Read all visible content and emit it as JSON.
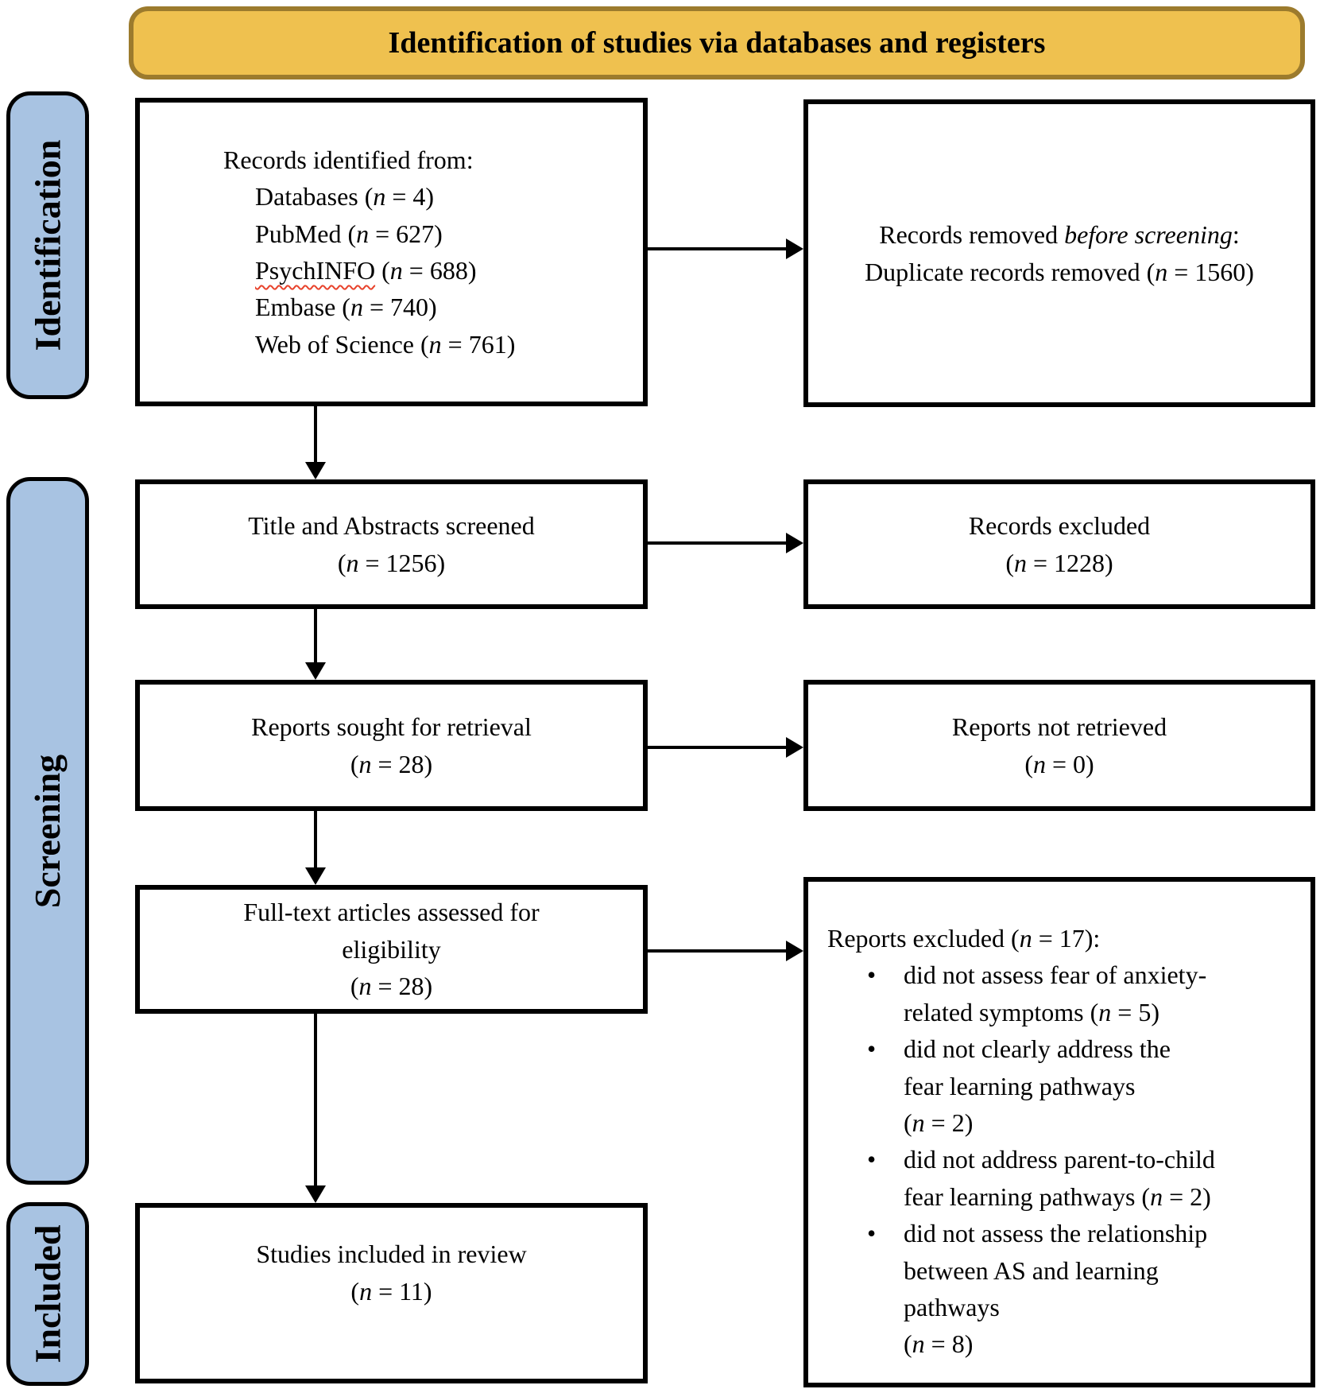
{
  "banner": {
    "title": "Identification of studies via databases and registers"
  },
  "sidebar": {
    "identification": "Identification",
    "screening": "Screening",
    "included": "Included"
  },
  "colors": {
    "banner_fill": "#EFC14F",
    "banner_border": "#9C7B2D",
    "sidebar_fill": "#A8C3E2",
    "box_border": "#000000",
    "spellcheck_underline": "#E8432C"
  },
  "boxes": {
    "records_identified": {
      "lines": [
        [
          {
            "t": "Records identified from:"
          }
        ],
        [
          {
            "t": "Databases ("
          },
          {
            "t": "n",
            "i": true
          },
          {
            "t": " = 4)"
          }
        ],
        [
          {
            "t": "PubMed ("
          },
          {
            "t": "n",
            "i": true
          },
          {
            "t": " = 627)"
          }
        ],
        [
          {
            "t": "PsychINFO",
            "u": true
          },
          {
            "t": " ("
          },
          {
            "t": "n",
            "i": true
          },
          {
            "t": " = 688)"
          }
        ],
        [
          {
            "t": "Embase ("
          },
          {
            "t": "n",
            "i": true
          },
          {
            "t": " = 740)"
          }
        ],
        [
          {
            "t": "Web of Science ("
          },
          {
            "t": "n",
            "i": true
          },
          {
            "t": " = 761)"
          }
        ]
      ]
    },
    "records_removed": {
      "lines": [
        [
          {
            "t": "Records removed "
          },
          {
            "t": "before screening",
            "i": true
          },
          {
            "t": ":"
          }
        ],
        [
          {
            "t": "Duplicate records removed ("
          },
          {
            "t": "n",
            "i": true
          },
          {
            "t": " = 1560)"
          }
        ]
      ]
    },
    "title_abstracts": {
      "lines": [
        [
          {
            "t": "Title and Abstracts screened"
          }
        ],
        [
          {
            "t": "("
          },
          {
            "t": "n",
            "i": true
          },
          {
            "t": " = 1256)"
          }
        ]
      ]
    },
    "records_excluded": {
      "lines": [
        [
          {
            "t": "Records excluded"
          }
        ],
        [
          {
            "t": "("
          },
          {
            "t": "n",
            "i": true
          },
          {
            "t": " = 1228)"
          }
        ]
      ]
    },
    "reports_sought": {
      "lines": [
        [
          {
            "t": "Reports sought for retrieval"
          }
        ],
        [
          {
            "t": "("
          },
          {
            "t": "n",
            "i": true
          },
          {
            "t": " = 28)"
          }
        ]
      ]
    },
    "reports_not_retrieved": {
      "lines": [
        [
          {
            "t": "Reports not retrieved"
          }
        ],
        [
          {
            "t": "("
          },
          {
            "t": "n",
            "i": true
          },
          {
            "t": " = 0)"
          }
        ]
      ]
    },
    "fulltext_assessed": {
      "lines": [
        [
          {
            "t": "Full-text articles assessed for"
          }
        ],
        [
          {
            "t": "eligibility"
          }
        ],
        [
          {
            "t": "("
          },
          {
            "t": "n",
            "i": true
          },
          {
            "t": " = 28)"
          }
        ]
      ]
    },
    "reports_excluded": {
      "header": [
        {
          "t": "Reports excluded ("
        },
        {
          "t": "n",
          "i": true
        },
        {
          "t": " = 17):"
        }
      ],
      "bullets": [
        [
          {
            "t": "did not assess fear of anxiety-"
          },
          {
            "br": true
          },
          {
            "t": "related symptoms ("
          },
          {
            "t": "n",
            "i": true
          },
          {
            "t": " = 5)"
          }
        ],
        [
          {
            "t": "did not clearly address the"
          },
          {
            "br": true
          },
          {
            "t": "fear learning pathways"
          },
          {
            "br": true
          },
          {
            "t": "("
          },
          {
            "t": "n",
            "i": true
          },
          {
            "t": " = 2)"
          }
        ],
        [
          {
            "t": "did not address parent-to-child"
          },
          {
            "br": true
          },
          {
            "t": "fear learning pathways ("
          },
          {
            "t": "n",
            "i": true
          },
          {
            "t": " = 2)"
          }
        ],
        [
          {
            "t": "did not assess the relationship"
          },
          {
            "br": true
          },
          {
            "t": "between AS and learning"
          },
          {
            "br": true
          },
          {
            "t": "pathways"
          },
          {
            "br": true
          },
          {
            "t": "("
          },
          {
            "t": "n",
            "i": true
          },
          {
            "t": " = 8)"
          }
        ]
      ]
    },
    "studies_included": {
      "lines": [
        [
          {
            "t": "Studies included in review"
          }
        ],
        [
          {
            "t": "("
          },
          {
            "t": "n",
            "i": true
          },
          {
            "t": " = 11)"
          }
        ]
      ]
    }
  }
}
